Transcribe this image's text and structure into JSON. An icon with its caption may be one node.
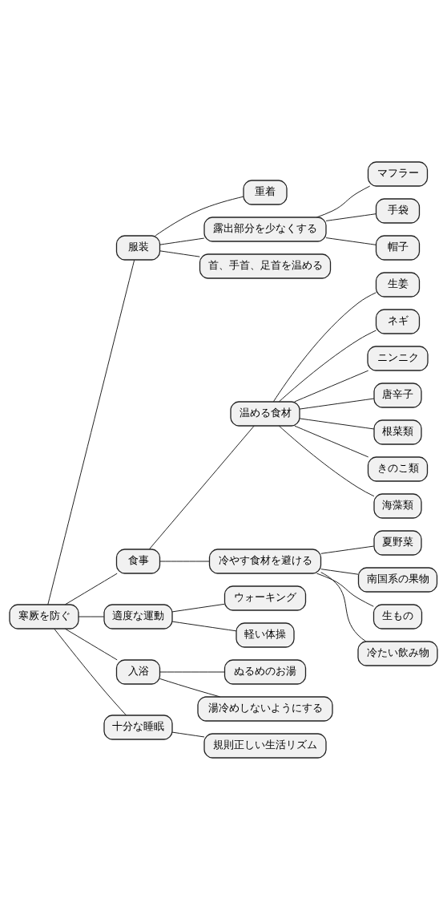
{
  "diagram": {
    "nodes": [
      {
        "text": [
          "寒厥を防ぐ"
        ]
      },
      {
        "text": [
          "服装"
        ]
      },
      {
        "text": [
          "重着"
        ]
      },
      {
        "text": [
          "露出部分を少なくする"
        ]
      },
      {
        "text": [
          "マフラー"
        ]
      },
      {
        "text": [
          "手袋"
        ]
      },
      {
        "text": [
          "帽子"
        ]
      },
      {
        "text": [
          "首、手首、足首を温める"
        ]
      },
      {
        "text": [
          "食事"
        ]
      },
      {
        "text": [
          "温める食材"
        ]
      },
      {
        "text": [
          "生姜"
        ]
      },
      {
        "text": [
          "ネギ"
        ]
      },
      {
        "text": [
          "ニンニク"
        ]
      },
      {
        "text": [
          "唐辛子"
        ]
      },
      {
        "text": [
          "根菜類"
        ]
      },
      {
        "text": [
          "きのこ類"
        ]
      },
      {
        "text": [
          "海藻類"
        ]
      },
      {
        "text": [
          "冷やす食材を避ける"
        ]
      },
      {
        "text": [
          "夏野菜"
        ]
      },
      {
        "text": [
          "南国系の果物"
        ]
      },
      {
        "text": [
          "生もの"
        ]
      },
      {
        "text": [
          "冷たい飲み物"
        ]
      },
      {
        "text": [
          "適度な運動"
        ]
      },
      {
        "text": [
          "ウォーキング"
        ]
      },
      {
        "text": [
          "軽い体操"
        ]
      },
      {
        "text": [
          "入浴"
        ]
      },
      {
        "text": [
          "ぬるめのお湯"
        ]
      },
      {
        "text": [
          "湯冷めしないようにする"
        ]
      },
      {
        "text": [
          "十分な睡眠"
        ]
      },
      {
        "text": [
          "規則正しい生活リズム"
        ]
      }
    ],
    "edges": [
      {
        "from": 0,
        "to": 1,
        "arrow": "none"
      },
      {
        "from": 1,
        "to": 2,
        "arrow": "none"
      },
      {
        "from": 1,
        "to": 3,
        "arrow": "none"
      },
      {
        "from": 3,
        "to": 4,
        "arrow": "none"
      },
      {
        "from": 3,
        "to": 5,
        "arrow": "none"
      },
      {
        "from": 3,
        "to": 6,
        "arrow": "none"
      },
      {
        "from": 1,
        "to": 7,
        "arrow": "none"
      },
      {
        "from": 0,
        "to": 8,
        "arrow": "none"
      },
      {
        "from": 8,
        "to": 9,
        "arrow": "none"
      },
      {
        "from": 9,
        "to": 10,
        "arrow": "none"
      },
      {
        "from": 9,
        "to": 11,
        "arrow": "none"
      },
      {
        "from": 9,
        "to": 12,
        "arrow": "none"
      },
      {
        "from": 9,
        "to": 13,
        "arrow": "none"
      },
      {
        "from": 9,
        "to": 14,
        "arrow": "none"
      },
      {
        "from": 9,
        "to": 15,
        "arrow": "none"
      },
      {
        "from": 9,
        "to": 16,
        "arrow": "none"
      },
      {
        "from": 8,
        "to": 17,
        "arrow": "none"
      },
      {
        "from": 17,
        "to": 18,
        "arrow": "none"
      },
      {
        "from": 17,
        "to": 19,
        "arrow": "none"
      },
      {
        "from": 17,
        "to": 20,
        "arrow": "none"
      },
      {
        "from": 17,
        "to": 21,
        "arrow": "none"
      },
      {
        "from": 0,
        "to": 22,
        "arrow": "none"
      },
      {
        "from": 22,
        "to": 23,
        "arrow": "none"
      },
      {
        "from": 22,
        "to": 24,
        "arrow": "none"
      },
      {
        "from": 0,
        "to": 25,
        "arrow": "none"
      },
      {
        "from": 25,
        "to": 26,
        "arrow": "none"
      },
      {
        "from": 25,
        "to": 27,
        "arrow": "none"
      },
      {
        "from": 0,
        "to": 28,
        "arrow": "none"
      },
      {
        "from": 28,
        "to": 29,
        "arrow": "none"
      }
    ]
  }
}
